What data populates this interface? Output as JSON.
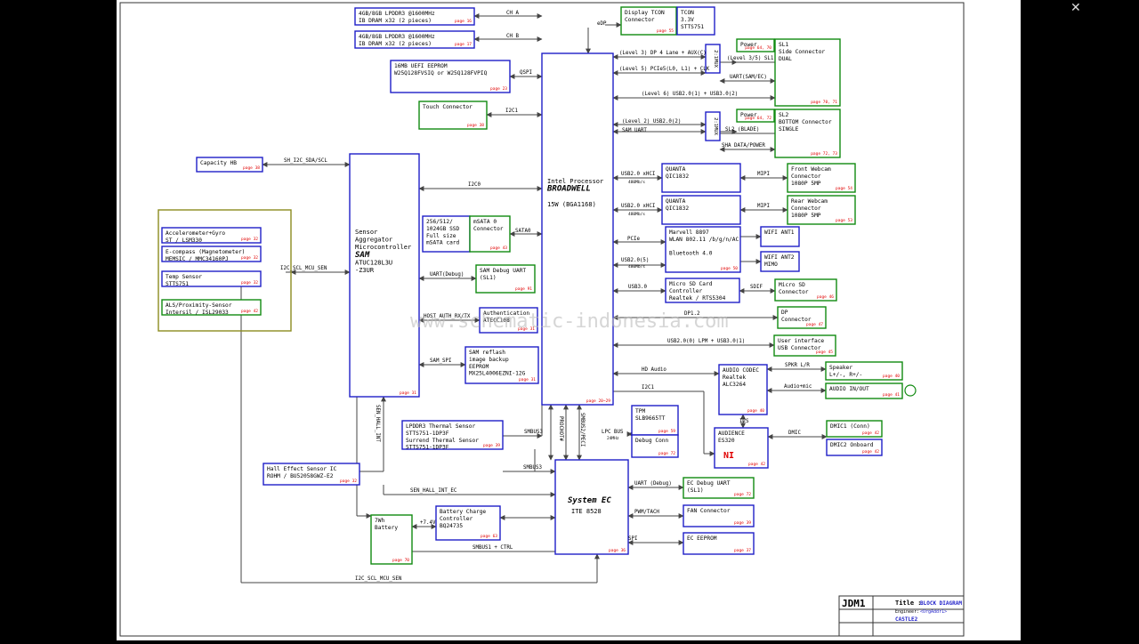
{
  "viewer": {
    "close_icon": "close-icon"
  },
  "colors": {
    "blue": "#1e1ec8",
    "green": "#108a10",
    "olive": "#8c8c1e",
    "red": "#e00000",
    "line": "#444444"
  },
  "watermark": "www.schematic-indonesia.com",
  "title_block": {
    "project": "JDM1",
    "title_label": "Title :",
    "title": "BLOCK DIAGRAM",
    "engineer_label": "Engineer:",
    "engineer": "<OrgAddr1>",
    "model": "CASTLE2"
  },
  "blocks": [
    {
      "id": "cpu",
      "lines": [
        "Intel Processor",
        "BROADWELL",
        "",
        "15W (BGA1168)"
      ],
      "page": "page 20~29",
      "color": "blue"
    },
    {
      "id": "sam",
      "lines": [
        "Sensor",
        "Aggregator",
        "Microcontroller",
        "SAM",
        "ATUC128L3U",
        "-Z3UR"
      ],
      "page": "page 31",
      "color": "blue"
    },
    {
      "id": "ec",
      "lines": [
        "System EC",
        "ITE 8528"
      ],
      "page": "page 36",
      "color": "blue"
    },
    {
      "id": "dram1",
      "lines": [
        "4GB/8GB LPDDR3 @1600MHz",
        "IB DRAM x32 (2 pieces)"
      ],
      "page": "page 16",
      "color": "blue"
    },
    {
      "id": "dram2",
      "lines": [
        "4GB/8GB LPDDR3 @1600MHz",
        "IB DRAM x32 (2 pieces)"
      ],
      "page": "page 17",
      "color": "blue"
    },
    {
      "id": "eeprom16",
      "lines": [
        "16MB UEFI EEPROM",
        "W25Q128FVSIQ or W25Q128FVPIQ"
      ],
      "page": "page 23",
      "color": "blue"
    },
    {
      "id": "touch",
      "lines": [
        "Touch Connector"
      ],
      "page": "page 38",
      "color": "green"
    },
    {
      "id": "caphb",
      "lines": [
        "Capacity HB"
      ],
      "page": "page 38",
      "color": "blue"
    },
    {
      "id": "tcon",
      "lines": [
        "Display TCON",
        "Connector"
      ],
      "page": "page 55",
      "color": "green"
    },
    {
      "id": "tcon2",
      "lines": [
        "TCON",
        "3.3V",
        "STTS751"
      ],
      "page": "",
      "color": "blue"
    },
    {
      "id": "accel",
      "lines": [
        "Accelerometer+Gyro",
        "ST / LSM330"
      ],
      "page": "page 32",
      "color": "blue"
    },
    {
      "id": "ecompass",
      "lines": [
        "E-compass (Magnetometer)",
        "MEMSIC / MMC34160PJ"
      ],
      "page": "page 32",
      "color": "blue"
    },
    {
      "id": "temp",
      "lines": [
        "Temp Sensor",
        "STTS751"
      ],
      "page": "page 32",
      "color": "blue"
    },
    {
      "id": "als",
      "lines": [
        "ALS/Proximity-Sensor",
        "Intersil / ISL29033"
      ],
      "page": "page 42",
      "color": "green"
    },
    {
      "id": "ssd",
      "lines": [
        "256/512/",
        "1024GB SSD",
        "Full size",
        "mSATA card"
      ],
      "page": "",
      "color": "blue"
    },
    {
      "id": "msata",
      "lines": [
        "mSATA 0",
        "Connector"
      ],
      "page": "page 43",
      "color": "green"
    },
    {
      "id": "samdbg",
      "lines": [
        "SAM Debug UART",
        "(SL1)"
      ],
      "page": "page 91",
      "color": "green"
    },
    {
      "id": "auth",
      "lines": [
        "Authentication",
        "ATECC108"
      ],
      "page": "page 31",
      "color": "blue"
    },
    {
      "id": "samflash",
      "lines": [
        "SAM reflash",
        "image backup",
        "EEPROM",
        "MX25L4006EZNI-12G"
      ],
      "page": "page 31",
      "color": "blue"
    },
    {
      "id": "thermal",
      "lines": [
        "LPDDR3 Thermal Sensor",
        "STTS751-1DP3F",
        "Surrend Thermal Sensor",
        "STTS751-1DP3F"
      ],
      "page": "page 39",
      "color": "blue"
    },
    {
      "id": "hall",
      "lines": [
        "Hall Effect Sensor IC",
        "ROHM / BU52058GWZ-E2"
      ],
      "page": "page 32",
      "color": "blue"
    },
    {
      "id": "batt",
      "lines": [
        "7Wh",
        "Battery"
      ],
      "page": "page 70",
      "color": "green"
    },
    {
      "id": "charger",
      "lines": [
        "Battery Charge",
        "Controller",
        "BQ24735"
      ],
      "page": "page 63",
      "color": "blue"
    },
    {
      "id": "tpm",
      "lines": [
        "TPM",
        "SLB9665TT"
      ],
      "page": "page 59",
      "color": "blue"
    },
    {
      "id": "debugconn",
      "lines": [
        "Debug Conn"
      ],
      "page": "page 72",
      "color": "blue"
    },
    {
      "id": "ecdbg",
      "lines": [
        "EC Debug UART",
        "(SL1)"
      ],
      "page": "page 72",
      "color": "green"
    },
    {
      "id": "fan",
      "lines": [
        "FAN Connector"
      ],
      "page": "page 39",
      "color": "blue"
    },
    {
      "id": "eceeprom",
      "lines": [
        "EC EEPROM"
      ],
      "page": "page 37",
      "color": "blue"
    },
    {
      "id": "sl1",
      "lines": [
        "SL1",
        "Side Connector",
        "DUAL"
      ],
      "page": "page 70, 71",
      "color": "green"
    },
    {
      "id": "sl2",
      "lines": [
        "SL2",
        "BOTTOM Connector",
        "SINGLE"
      ],
      "page": "page 72, 73",
      "color": "green"
    },
    {
      "id": "power1",
      "lines": [
        "Power"
      ],
      "page": "page 64, 70",
      "color": "green"
    },
    {
      "id": "power2",
      "lines": [
        "Power"
      ],
      "page": "page 64, 72",
      "color": "green"
    },
    {
      "id": "quanta1",
      "lines": [
        "QUANTA",
        "QIC1832"
      ],
      "page": "",
      "color": "blue"
    },
    {
      "id": "quanta2",
      "lines": [
        "QUANTA",
        "QIC1832"
      ],
      "page": "",
      "color": "blue"
    },
    {
      "id": "frontcam",
      "lines": [
        "Front Webcam",
        "Connector",
        "1080P 5MP"
      ],
      "page": "page 54",
      "color": "green"
    },
    {
      "id": "rearcam",
      "lines": [
        "Rear Webcam",
        "Connector",
        "1080P 5MP"
      ],
      "page": "page 53",
      "color": "green"
    },
    {
      "id": "wlan",
      "lines": [
        "Marvell 8897",
        "WLAN 802.11 /b/g/n/AC",
        "",
        "Bluetooth 4.0"
      ],
      "page": "page 50",
      "color": "blue"
    },
    {
      "id": "ant1",
      "lines": [
        "WIFI ANT1"
      ],
      "page": "",
      "color": "blue"
    },
    {
      "id": "ant2",
      "lines": [
        "WIFI ANT2",
        "MIMO"
      ],
      "page": "",
      "color": "blue"
    },
    {
      "id": "sdctl",
      "lines": [
        "Micro SD Card",
        "Controller",
        "Realtek / RTS5304"
      ],
      "page": "",
      "color": "blue"
    },
    {
      "id": "sdconn",
      "lines": [
        "Micro SD",
        "Connector"
      ],
      "page": "page 46",
      "color": "green"
    },
    {
      "id": "dpconn",
      "lines": [
        "DP",
        "Connector"
      ],
      "page": "page 47",
      "color": "green"
    },
    {
      "id": "usbconn",
      "lines": [
        "User interface",
        "USB Connector"
      ],
      "page": "page 45",
      "color": "green"
    },
    {
      "id": "codec",
      "lines": [
        "AUDIO CODEC",
        "Realtek",
        "ALC3264"
      ],
      "page": "page 40",
      "color": "blue"
    },
    {
      "id": "speaker",
      "lines": [
        "Speaker",
        "L+/-, R+/-"
      ],
      "page": "page 40",
      "color": "green"
    },
    {
      "id": "audioin",
      "lines": [
        "AUDIO IN/OUT"
      ],
      "page": "page 41",
      "color": "green"
    },
    {
      "id": "audience",
      "lines": [
        "AUDIENCE",
        "ES320"
      ],
      "page": "page 42",
      "color": "blue"
    },
    {
      "id": "dmic1",
      "lines": [
        "DMIC1 (Conn)"
      ],
      "page": "page 42",
      "color": "green"
    },
    {
      "id": "dmic2",
      "lines": [
        "DMIC2 Onboard"
      ],
      "page": "page 42",
      "color": "blue"
    },
    {
      "id": "mux1",
      "lines": [
        "2:1MUX"
      ],
      "page": "",
      "color": "blue"
    },
    {
      "id": "mux2",
      "lines": [
        "2:1MUX"
      ],
      "page": "",
      "color": "blue"
    }
  ],
  "labels": {
    "ch_a": "CH A",
    "ch_b": "CH B",
    "edp": "eDP",
    "qspi": "QSPI",
    "i2c1_touch": "I2C1",
    "sh_i2c": "SH_I2C_SDA/SCL",
    "i2c0": "I2C0",
    "i2c_scl_mcu": "I2C_SCL_MCU_SEN",
    "sata0": "SATA0",
    "uart_debug": "UART(Debug)",
    "host_auth": "HOST_AUTH_RX/TX",
    "sam_spi": "SAM_SPI",
    "smbus3": "SMBUS3",
    "smbus3b": "SMBUS3",
    "sen_hall_int": "SEN_HALL_INT",
    "sen_hall_int_ec": "SEN_HALL_INT_EC",
    "smbus1": "SMBUS1 + CTRL",
    "i2c_scl_mcu2": "I2C_SCL_MCU_SEN",
    "v74": "+7.4V",
    "prochot": "PROCHOT#",
    "smbus2": "SMBUS2/PECI",
    "lpc": "LPC BUS",
    "lpc_speed": "24MHz",
    "uart_debug_ec": "UART (Debug)",
    "pwm": "PWM/TACH",
    "spi": "SPI",
    "l3": "(Level 3)  DP 4 Lane + AUX(C)",
    "l5": "(Level 5) PCIe5(L0, L1) + CLK",
    "l35": "(Level 3/5) SL1",
    "uart_sam": "UART(SAM/EC)",
    "l6": "(Level 6) USB2.0(1) + USB3.0(2)",
    "l2": "(Level 2) USB2.0(2)",
    "sam_uart": "SAM UART",
    "sl2_blade": "SL2 (BLADE)",
    "sha": "SHA DATA/POWER",
    "usb_xhci1": "USB2.0 xHCI",
    "speed1": "480Mb/s",
    "mipi1": "MIPI",
    "usb_xhci2": "USB2.0 xHCI",
    "speed2": "480Mb/s",
    "mipi2": "MIPI",
    "pcie": "PCIe",
    "usb20_5": "USB2.0(5)",
    "speed3": "480Mb/s",
    "usb30": "USB3.0",
    "sdif": "SDIF",
    "dp12": "DP1.2",
    "usb_lpm": "USB2.0(0) LPM + USB3.0(1)",
    "hd_audio": "HD Audio",
    "i2c1": "I2C1",
    "spkr": "SPKR L/R",
    "audio_mic": "Audio+mic",
    "i2s": "I2S",
    "dmic": "DMIC",
    "ni": "NI"
  }
}
